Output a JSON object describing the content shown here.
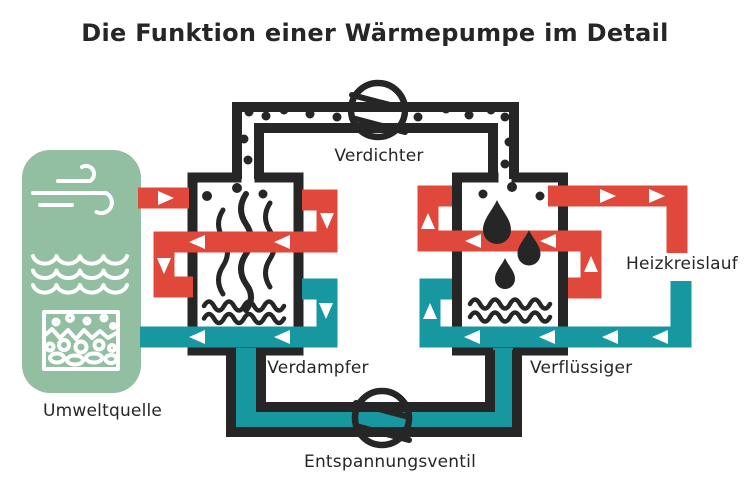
{
  "title": "Die Funktion einer Wärmepumpe im Detail",
  "labels": {
    "compressor": "Verdichter",
    "evaporator": "Verdampfer",
    "condenser": "Verflüssiger",
    "expansion_valve": "Entspannungsventil",
    "heating_circuit": "Heizkreislauf",
    "environment_source": "Umweltquelle"
  },
  "colors": {
    "hot": "#e0483c",
    "cold": "#17979f",
    "source": "#92bfa2",
    "line": "#262626",
    "bg": "#ffffff"
  },
  "icons": {
    "wind": "wind-icon",
    "water": "water-waves-icon",
    "ground": "soil-stones-icon",
    "compressor": "rotary-pump-symbol-icon",
    "expansion_valve": "rotary-pump-symbol-icon",
    "flow_arrow": "triangle-flow-arrow-icon",
    "gas": "gas-dots-icon",
    "condensate": "droplet-icon",
    "steam": "steam-lines-icon",
    "liquid": "liquid-surface-icon"
  }
}
